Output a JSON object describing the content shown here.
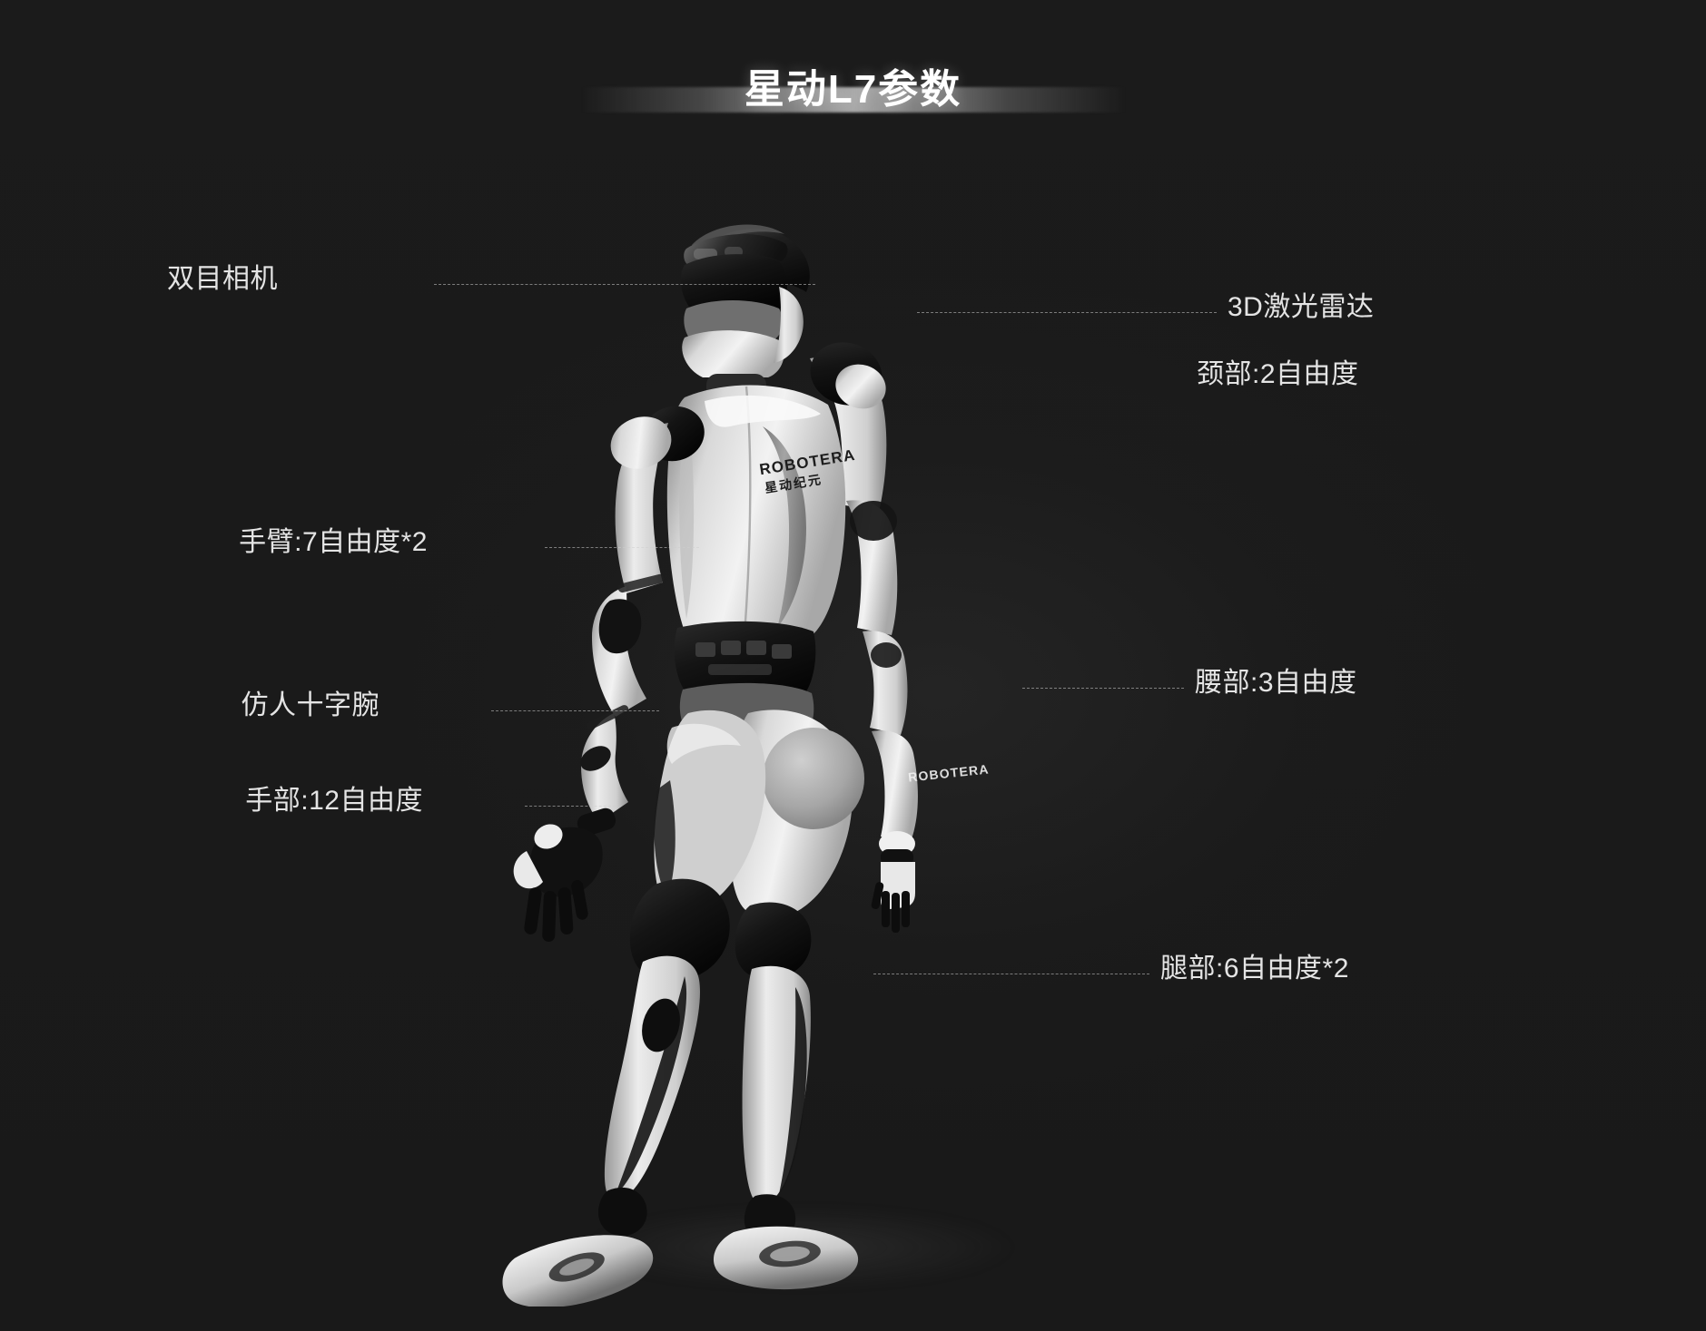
{
  "page": {
    "background_color": "#1b1b1b",
    "text_color": "#e4e4e4",
    "title": "星动L7参数"
  },
  "brand": {
    "torso_logo_main": "ROBOTERA",
    "torso_logo_sub": "星动纪元",
    "thigh_logo": "ROBOTERA"
  },
  "callouts": {
    "left": [
      {
        "label": "双目相机"
      },
      {
        "label": "手臂:7自由度*2"
      },
      {
        "label": "仿人十字腕"
      },
      {
        "label": "手部:12自由度"
      }
    ],
    "right": [
      {
        "label": "3D激光雷达"
      },
      {
        "label": "颈部:2自由度"
      },
      {
        "label": "腰部:3自由度"
      },
      {
        "label": "腿部:6自由度*2"
      }
    ]
  },
  "spec_summary": {
    "neck_dof": "2",
    "waist_dof": "3",
    "arm_dof_each": "7",
    "arm_count": "2",
    "hand_dof": "12",
    "leg_dof_each": "6",
    "leg_count": "2",
    "sensors": [
      "双目相机",
      "3D激光雷达"
    ],
    "wrist_type": "仿人十字腕"
  }
}
